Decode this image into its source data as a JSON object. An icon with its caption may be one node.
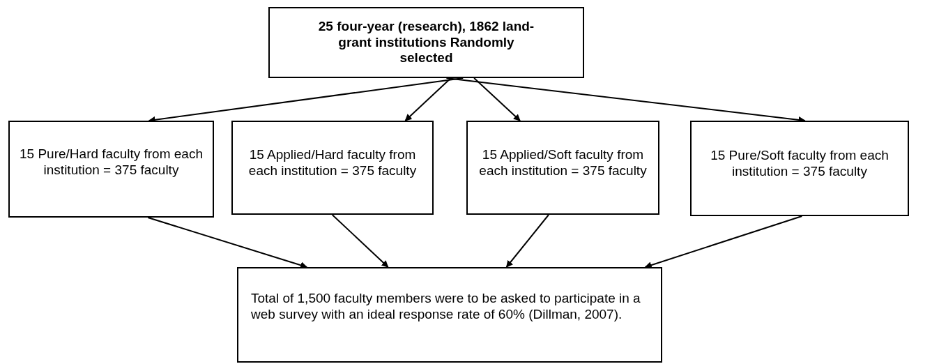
{
  "diagram": {
    "nodes": [
      {
        "text": [
          "25 four-year (research), 1862 land-grant institutions Randomly selected"
        ]
      },
      {
        "text": [
          "15 Pure/Hard faculty from each institution = 375 faculty"
        ]
      },
      {
        "text": [
          "15 Applied/Hard faculty from each institution = 375 faculty"
        ]
      },
      {
        "text": [
          "15 Applied/Soft faculty from each institution = 375 faculty"
        ]
      },
      {
        "text": [
          "15 Pure/Soft faculty from each institution = 375 faculty"
        ]
      },
      {
        "text": [
          "Total of 1,500 faculty members were to be asked to participate in a web survey with an ideal response rate of 60% (Dillman, 2007)."
        ]
      }
    ],
    "edges": [
      {
        "from": 0,
        "to": 1,
        "arrow": "to"
      },
      {
        "from": 0,
        "to": 2,
        "arrow": "to"
      },
      {
        "from": 0,
        "to": 3,
        "arrow": "to"
      },
      {
        "from": 0,
        "to": 4,
        "arrow": "to"
      },
      {
        "from": 1,
        "to": 5,
        "arrow": "to"
      },
      {
        "from": 2,
        "to": 5,
        "arrow": "to"
      },
      {
        "from": 3,
        "to": 5,
        "arrow": "to"
      },
      {
        "from": 4,
        "to": 5,
        "arrow": "to"
      }
    ]
  }
}
